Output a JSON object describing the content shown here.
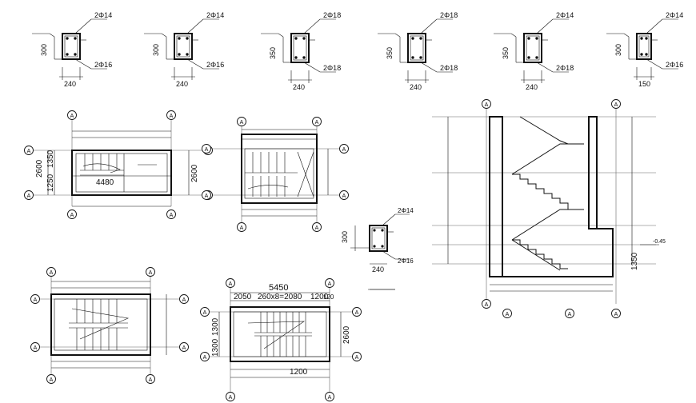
{
  "sections": [
    {
      "top": "2Φ14",
      "bottom": "2Φ16",
      "height": "300",
      "width": "240"
    },
    {
      "top": "2Φ14",
      "bottom": "2Φ16",
      "height": "300",
      "width": "240"
    },
    {
      "top": "2Φ18",
      "bottom": "2Φ18",
      "height": "350",
      "width": "240"
    },
    {
      "top": "2Φ18",
      "bottom": "2Φ18",
      "height": "350",
      "width": "240"
    },
    {
      "top": "2Φ14",
      "bottom": "2Φ18",
      "height": "350",
      "width": "240"
    },
    {
      "top": "2Φ14",
      "bottom": "2Φ16",
      "height": "300",
      "width": "150"
    }
  ],
  "mid_section": {
    "top": "2Φ14",
    "bottom": "2Φ16",
    "height": "300",
    "width": "240"
  },
  "axis_tag": "A",
  "plan1": {
    "width": "4480",
    "height_total": "2600",
    "upper": "1350",
    "lower": "1250",
    "right": "2600"
  },
  "plan3": {
    "width": "5450",
    "seg1": "2050",
    "steps": "260x8=2080",
    "seg3": "1200",
    "seg4": "120",
    "h1": "1300",
    "h2": "1300",
    "right": "2600",
    "bottom_seg": "1200"
  },
  "section": {
    "dim": "1350",
    "level": "-0.45"
  }
}
